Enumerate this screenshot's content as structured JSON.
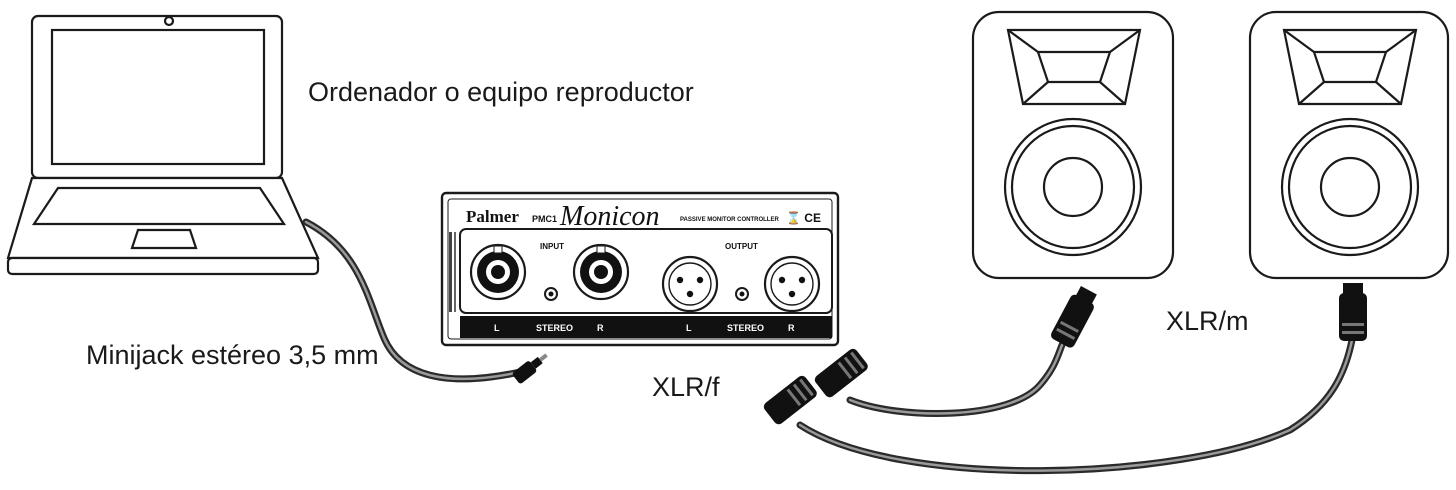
{
  "labels": {
    "computer": "Ordenador o equipo reproductor",
    "minijack": "Minijack estéreo 3,5 mm",
    "xlr_female": "XLR/f",
    "xlr_male": "XLR/m"
  },
  "device": {
    "brand": "Palmer",
    "model": "PMC1",
    "name": "Monicon",
    "subtitle": "PASSIVE MONITOR CONTROLLER",
    "marks": "⌛ CE",
    "input_label": "INPUT",
    "output_label": "OUTPUT",
    "strip": {
      "in_left": "L",
      "in_stereo": "STEREO",
      "in_right": "R",
      "out_left": "L",
      "out_stereo": "STEREO",
      "out_right": "R"
    }
  },
  "colors": {
    "ink": "#1a1a1a",
    "cable": "#555555",
    "background": "#ffffff"
  }
}
